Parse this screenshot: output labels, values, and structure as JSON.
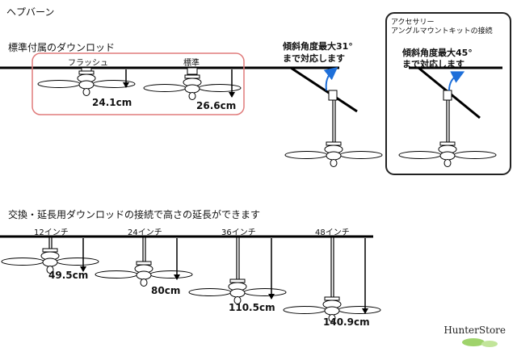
{
  "title": "ヘプバーン",
  "section_standard": {
    "label": "標準付属のダウンロッド",
    "flush": {
      "label": "フラッシュ",
      "height": "24.1cm"
    },
    "standard": {
      "label": "標準",
      "height": "26.6cm"
    }
  },
  "slope": {
    "text_line1": "傾斜角度最大31°",
    "text_line2": "まで対応します"
  },
  "accessory": {
    "label_line1": "アクセサリー",
    "label_line2": "アングルマウントキットの接続",
    "text_line1": "傾斜角度最大45°",
    "text_line2": "まで対応します"
  },
  "section_extension": {
    "label": "交換・延長用ダウンロッドの接続で高さの延長ができます",
    "items": [
      {
        "rod": "12インチ",
        "height": "49.5cm"
      },
      {
        "rod": "24インチ",
        "height": "80cm"
      },
      {
        "rod": "36インチ",
        "height": "110.5cm"
      },
      {
        "rod": "48インチ",
        "height": "140.9cm"
      }
    ]
  },
  "brand": "HunterStore",
  "colors": {
    "highlight_box": "#e07b7b",
    "arrow": "#1e6fd9",
    "logo_dot": "#9fd36b"
  }
}
